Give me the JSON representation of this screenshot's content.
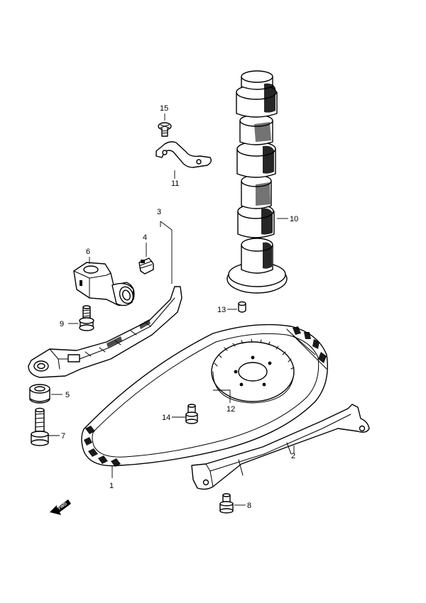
{
  "labels": {
    "p1": "1",
    "p2": "2",
    "p3": "3",
    "p4": "4",
    "p5": "5",
    "p6": "6",
    "p7": "7",
    "p8": "8",
    "p9": "9",
    "p10": "10",
    "p11": "11",
    "p12": "12",
    "p13": "13",
    "p14": "14",
    "p15": "15"
  },
  "fwd_label": "FWD"
}
